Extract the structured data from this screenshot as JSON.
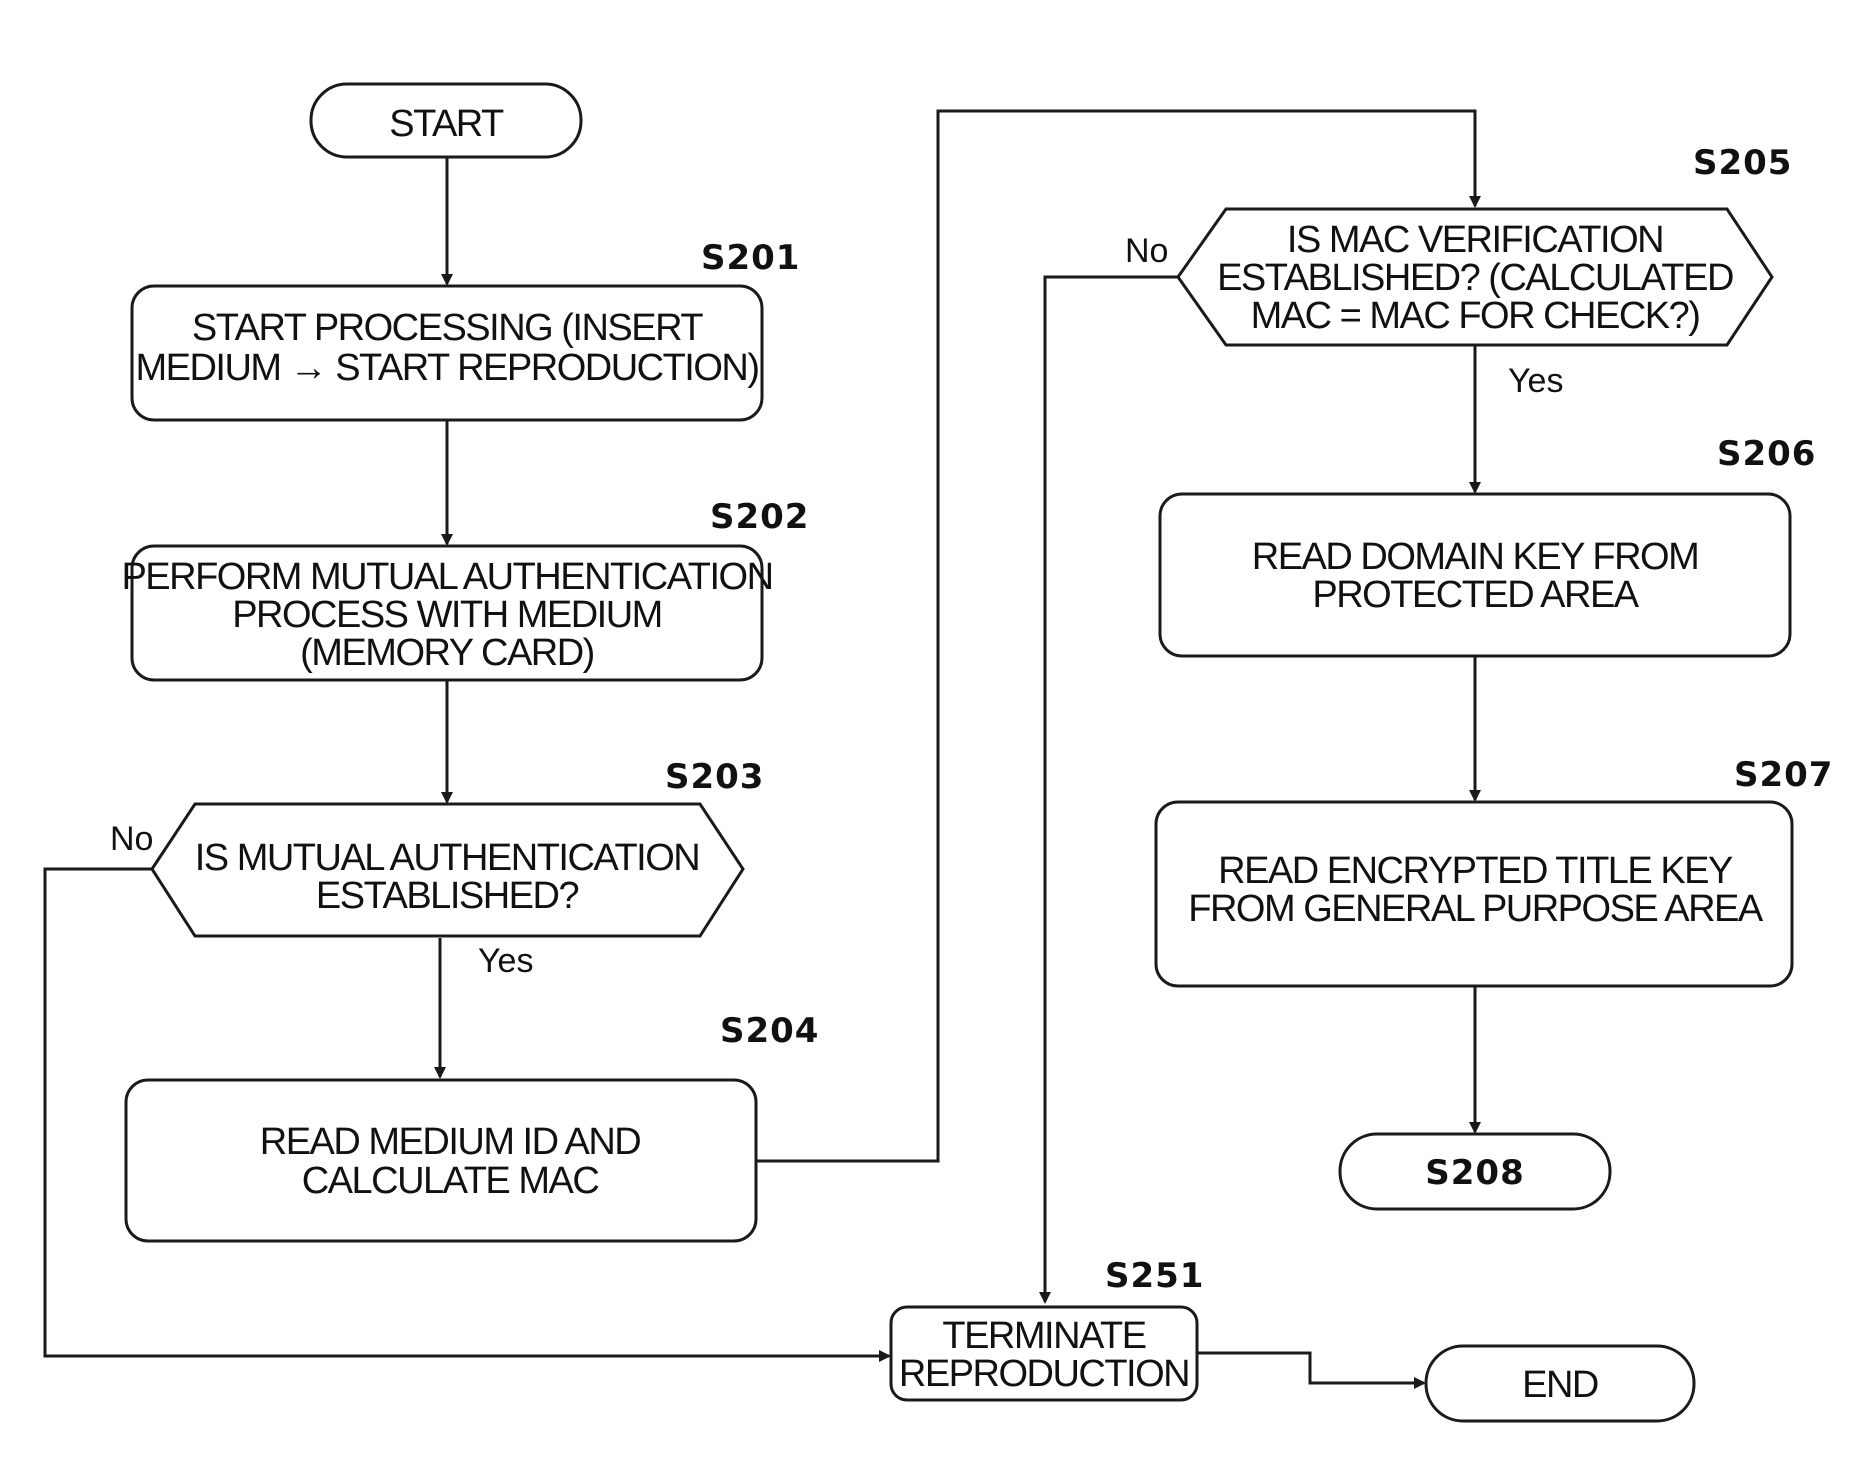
{
  "diagram": {
    "nodes": {
      "start": {
        "lines": [
          "START"
        ]
      },
      "s201": {
        "step": "S201",
        "lines": [
          "START PROCESSING (INSERT",
          "MEDIUM → START REPRODUCTION)"
        ]
      },
      "s202": {
        "step": "S202",
        "lines": [
          "PERFORM MUTUAL AUTHENTICATION",
          "PROCESS WITH MEDIUM",
          "(MEMORY CARD)"
        ]
      },
      "s203": {
        "step": "S203",
        "lines": [
          "IS MUTUAL AUTHENTICATION",
          "ESTABLISHED?"
        ]
      },
      "s204": {
        "step": "S204",
        "lines": [
          "READ MEDIUM ID AND",
          "CALCULATE MAC"
        ]
      },
      "s205": {
        "step": "S205",
        "lines": [
          "IS MAC VERIFICATION",
          "ESTABLISHED? (CALCULATED",
          "MAC = MAC FOR CHECK?)"
        ]
      },
      "s206": {
        "step": "S206",
        "lines": [
          "READ DOMAIN KEY FROM",
          "PROTECTED AREA"
        ]
      },
      "s207": {
        "step": "S207",
        "lines": [
          "READ ENCRYPTED TITLE KEY",
          "FROM GENERAL PURPOSE AREA"
        ]
      },
      "s208": {
        "lines": [
          "S208"
        ]
      },
      "s251": {
        "step": "S251",
        "lines": [
          "TERMINATE",
          "REPRODUCTION"
        ]
      },
      "end": {
        "lines": [
          "END"
        ]
      }
    },
    "branches": {
      "s203_no": "No",
      "s203_yes": "Yes",
      "s205_no": "No",
      "s205_yes": "Yes"
    }
  }
}
